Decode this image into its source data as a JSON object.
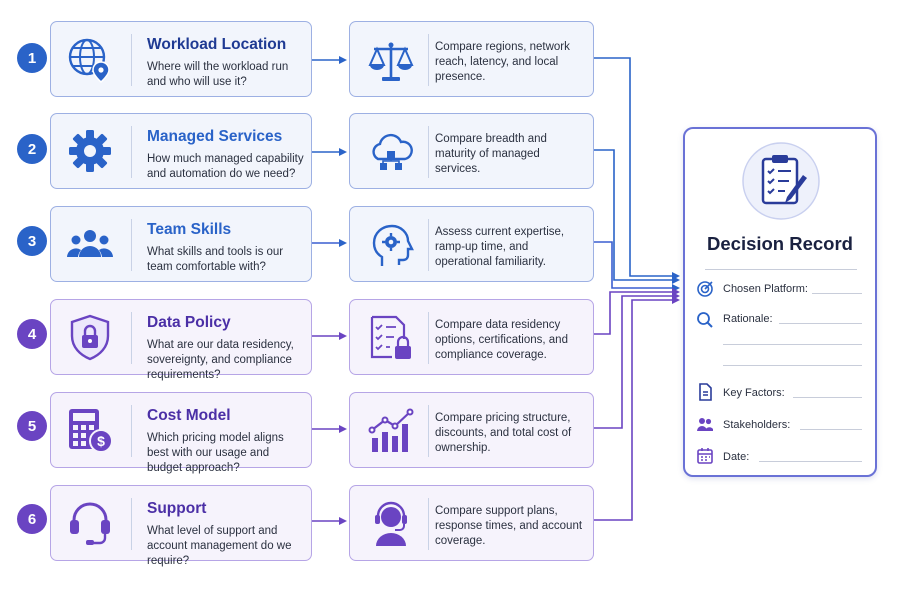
{
  "colors": {
    "blue": "#2a63c8",
    "purple": "#6a44c2",
    "navy": "#1f3a93"
  },
  "rows": [
    {
      "num": "1",
      "title": "Workload Location",
      "question": "Where will the workload run and who will use it?",
      "icon": "globe-pin-icon",
      "compare_icon": "scales-icon",
      "compare": "Compare regions, network reach, latency, and local presence."
    },
    {
      "num": "2",
      "title": "Managed Services",
      "question": "How much managed capability and automation do we need?",
      "icon": "gear-icon",
      "compare_icon": "cloud-network-icon",
      "compare": "Compare breadth and maturity of managed services."
    },
    {
      "num": "3",
      "title": "Team Skills",
      "question": "What skills and tools is our team comfortable with?",
      "icon": "team-icon",
      "compare_icon": "head-gear-icon",
      "compare": "Assess current expertise, ramp-up time, and operational familiarity."
    },
    {
      "num": "4",
      "title": "Data Policy",
      "question": "What are our data residency, sovereignty, and compliance requirements?",
      "icon": "shield-lock-icon",
      "compare_icon": "checklist-lock-icon",
      "compare": "Compare data residency options, certifications, and compliance coverage."
    },
    {
      "num": "5",
      "title": "Cost Model",
      "question": "Which pricing model aligns best with our usage and budget approach?",
      "icon": "calculator-dollar-icon",
      "compare_icon": "bar-chart-trend-icon",
      "compare": "Compare pricing structure, discounts, and total cost of ownership."
    },
    {
      "num": "6",
      "title": "Support",
      "question": "What level of support and account management do we require?",
      "icon": "headset-icon",
      "compare_icon": "agent-icon",
      "compare": "Compare support plans, response times, and account coverage."
    }
  ],
  "record": {
    "title": "Decision Record",
    "icon": "clipboard-check-icon",
    "fields": {
      "chosen": "Chosen Platform:",
      "rationale": "Rationale:",
      "factors": "Key Factors:",
      "stakeholders": "Stakeholders:",
      "date": "Date:"
    }
  }
}
